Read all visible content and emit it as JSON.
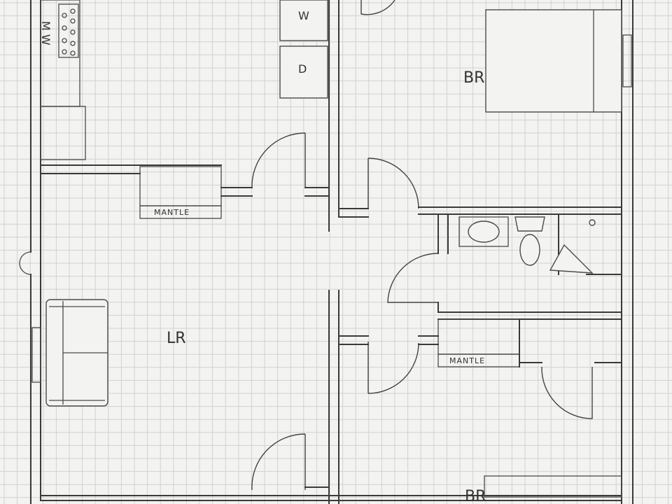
{
  "plan": {
    "rooms": {
      "bedroom_top": "BR",
      "living_room": "LR",
      "bedroom_bottom": "BR"
    },
    "appliances": {
      "washer": "W",
      "dryer": "D",
      "microwave": "M W"
    },
    "mantles": {
      "living_room": "MANTLE",
      "bedroom": "MANTLE"
    }
  }
}
